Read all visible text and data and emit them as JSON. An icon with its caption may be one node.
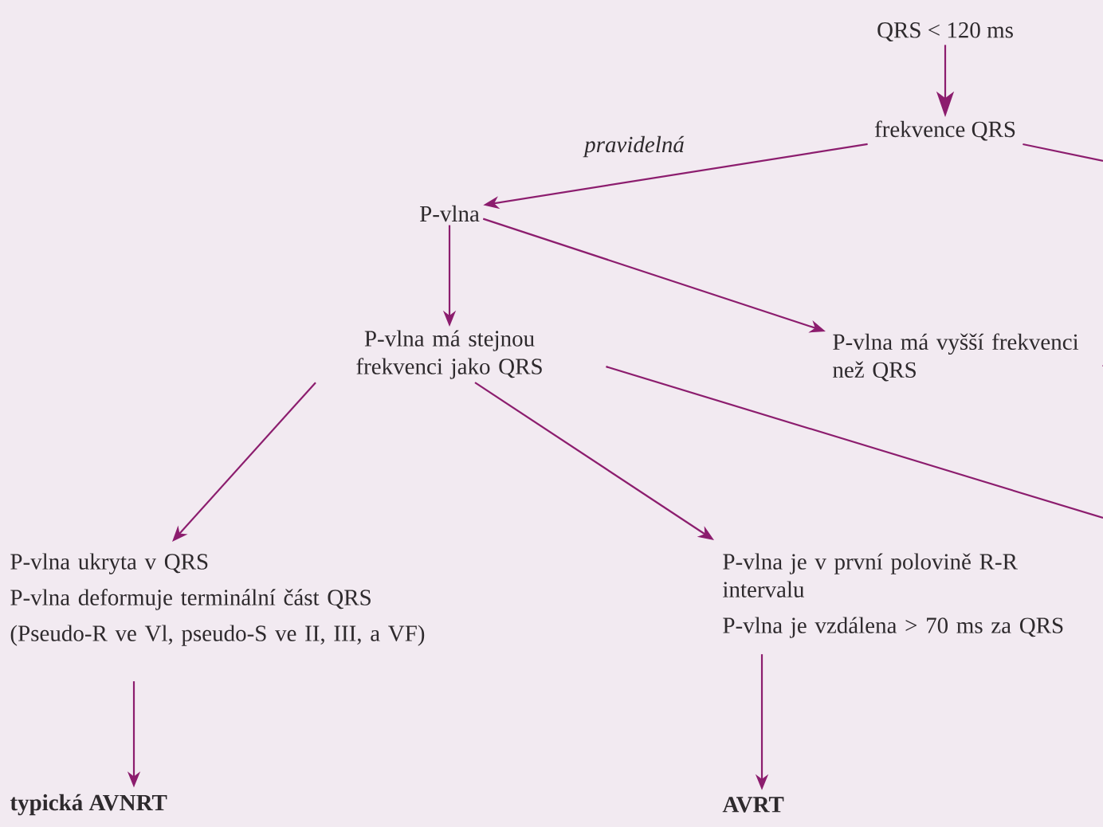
{
  "diagram": {
    "nodes": [
      {
        "text": [
          "QRS < 120 ms"
        ]
      },
      {
        "text": [
          "frekvence QRS"
        ]
      },
      {
        "text": [
          "P-vlna"
        ]
      },
      {
        "text": [
          "P-vlna má stejnou frekvenci jako QRS"
        ]
      },
      {
        "text": [
          "P-vlna má vyšší frekvenci než QRS"
        ]
      },
      {
        "text": [
          "P-vlna ukryta v QRS",
          "P-vlna deformuje terminální část QRS",
          "(Pseudo-R ve Vl, pseudo-S ve II, III, a VF)"
        ]
      },
      {
        "text": [
          "P-vlna je v první polovině R-R intervalu",
          "P-vlna je vzdálena > 70 ms za QRS"
        ]
      },
      {
        "text": [
          "typická AVNRT"
        ]
      },
      {
        "text": [
          "AVRT"
        ]
      }
    ],
    "edges": [
      {
        "from": 0,
        "to": 1,
        "arrow": "to"
      },
      {
        "from": 1,
        "to": 2,
        "arrow": "to",
        "label": "pravidelná"
      },
      {
        "from": 1,
        "to": null,
        "arrow": "none"
      },
      {
        "from": 2,
        "to": 4,
        "arrow": "to"
      },
      {
        "from": 2,
        "to": 3,
        "arrow": "to"
      },
      {
        "from": 4,
        "to": null,
        "arrow": "none"
      },
      {
        "from": 3,
        "to": 5,
        "arrow": "to"
      },
      {
        "from": 3,
        "to": 6,
        "arrow": "to"
      },
      {
        "from": 3,
        "to": null,
        "arrow": "none"
      },
      {
        "from": 5,
        "to": 7,
        "arrow": "to"
      },
      {
        "from": 6,
        "to": 8,
        "arrow": "to"
      }
    ]
  }
}
